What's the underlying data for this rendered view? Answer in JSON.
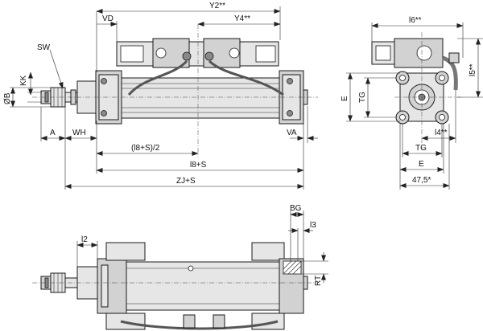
{
  "labels": {
    "y2": "Y2**",
    "vd": "VD",
    "y4": "Y4**",
    "i6": "l6**",
    "sw": "SW",
    "kk": "KK",
    "ob": "ØB",
    "e_left": "E",
    "tg_left": "TG",
    "i5": "l5**",
    "a": "A",
    "wh": "WH",
    "va": "VA",
    "i8s_half": "(l8+S)/2",
    "i8s": "l8+S",
    "zjs": "ZJ+S",
    "i4": "l4**",
    "tg_bottom": "TG",
    "e_bottom": "E",
    "d475": "47,5*",
    "bg": "BG",
    "i3": "l3",
    "i2": "l2",
    "rt": "RT"
  }
}
